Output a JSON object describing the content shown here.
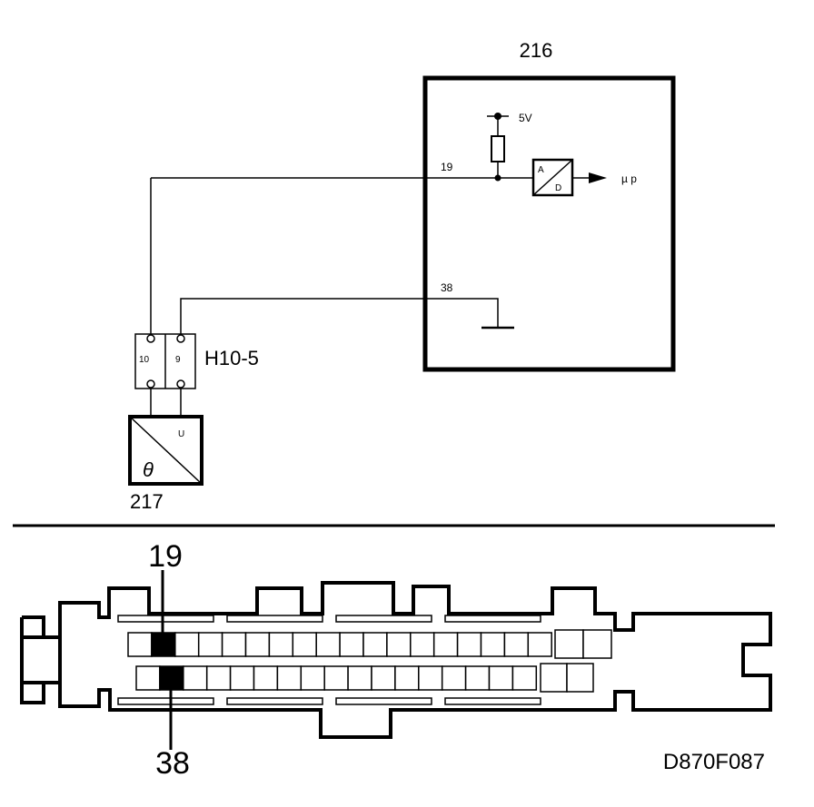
{
  "schematic": {
    "ecu": {
      "id": "216",
      "pin_signal": "19",
      "pin_ground": "38",
      "supply_label": "5V",
      "converter_top": "A",
      "converter_bottom": "D",
      "output_label": "µ p"
    },
    "connector": {
      "id": "H10-5",
      "pin_left": "10",
      "pin_right": "9"
    },
    "sensor": {
      "id": "217",
      "symbol": "θ",
      "output_letter": "U"
    }
  },
  "connector_view": {
    "callout_top": "19",
    "callout_bottom": "38"
  },
  "figure_code": "D870F087"
}
